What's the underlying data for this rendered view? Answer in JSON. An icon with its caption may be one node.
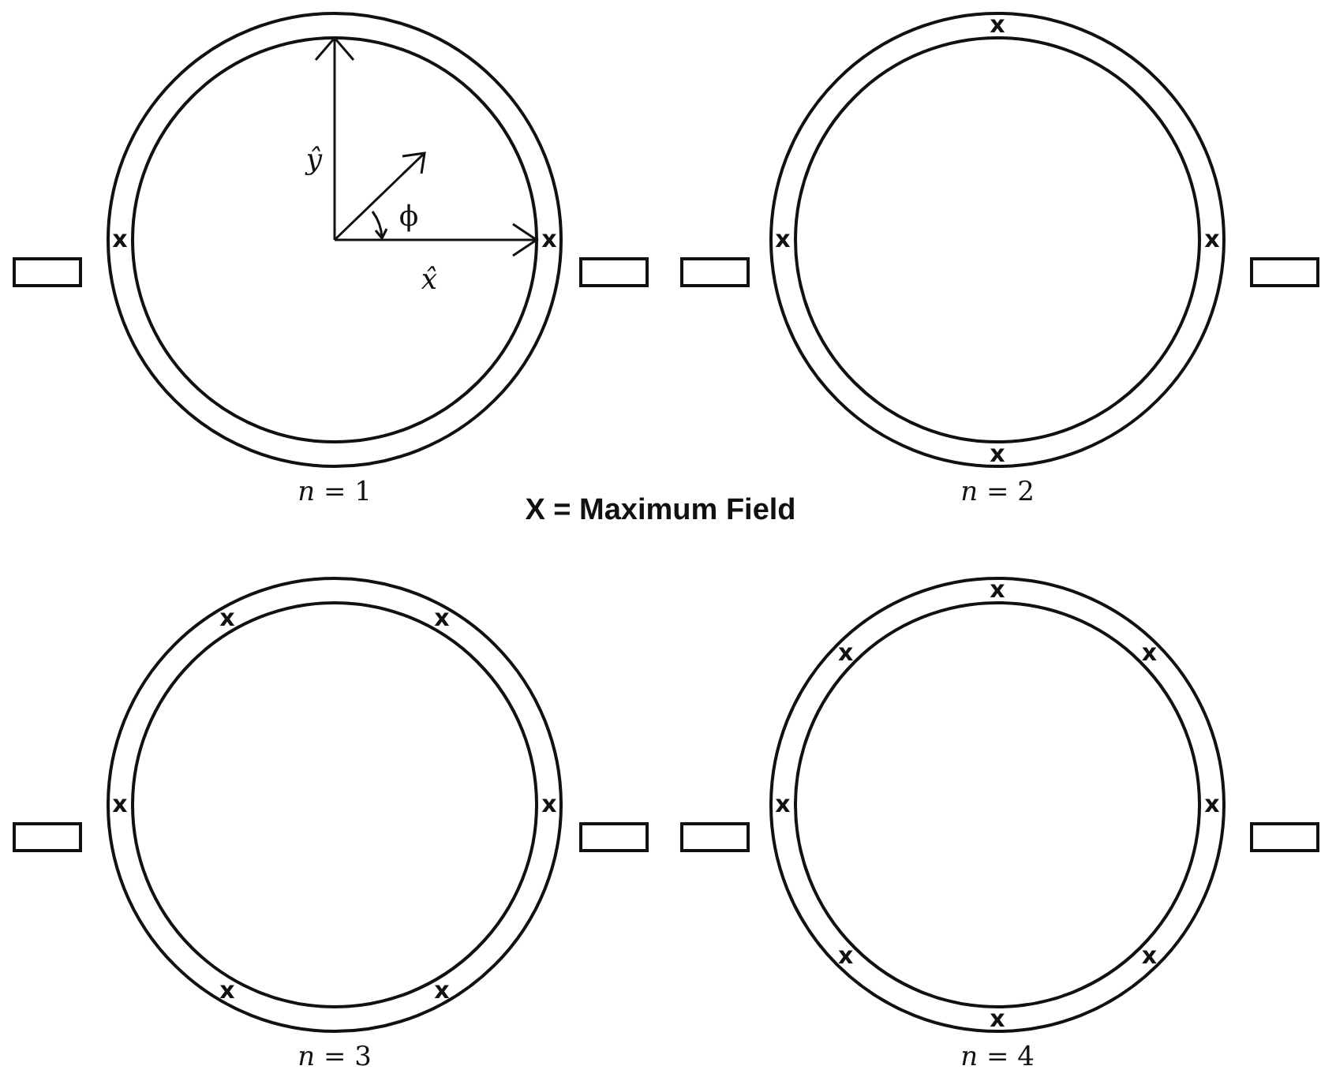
{
  "diagram": {
    "nodes": [
      {
        "text": [],
        "shape": "box"
      },
      {
        "text": [],
        "shape": "circle",
        "beside": [
          "*n* = 1"
        ]
      },
      {
        "text": [],
        "shape": "box"
      },
      {
        "text": [],
        "shape": "box"
      },
      {
        "text": [],
        "shape": "circle",
        "beside": [
          "*n* = 2"
        ]
      },
      {
        "text": [],
        "shape": "box"
      },
      {
        "text": [],
        "shape": "box"
      },
      {
        "text": [],
        "shape": "circle",
        "beside": [
          "*n* = 3"
        ]
      },
      {
        "text": [],
        "shape": "box"
      },
      {
        "text": [],
        "shape": "box"
      },
      {
        "text": [],
        "shape": "circle",
        "beside": [
          "*n* = 4"
        ]
      },
      {
        "text": [],
        "shape": "box"
      }
    ],
    "labels": [
      "ŷ",
      "ϕ",
      "x̂",
      "X = Maximum Field",
      "x",
      "x",
      "x",
      "x",
      "x",
      "x",
      "x",
      "x",
      "x",
      "x",
      "x",
      "x",
      "x",
      "x",
      "x",
      "x",
      "x",
      "x",
      "x",
      "x"
    ]
  }
}
